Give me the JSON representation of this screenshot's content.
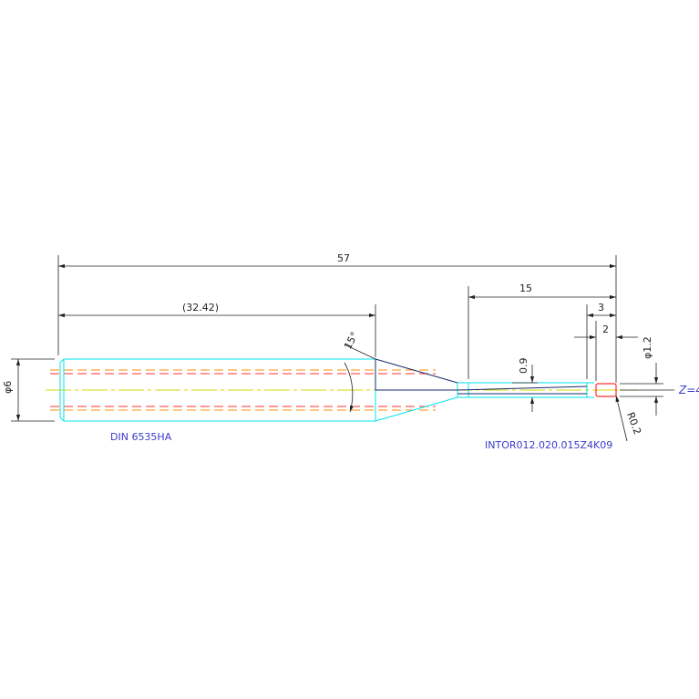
{
  "dimensions": {
    "overall_length": "57",
    "shank_length": "(32.42)",
    "neck_length": "15",
    "tip_length": "3",
    "flute_length": "2",
    "taper_angle": "15°",
    "neck_diameter": "0.9",
    "tip_diameter": "φ1.2",
    "shank_diameter": "φ6",
    "corner_radius": "R0.2",
    "flutes": "Z=4"
  },
  "labels": {
    "standard": "DIN 6535HA",
    "part_number": "INTOR012.020.015Z4K09"
  },
  "colors": {
    "outline": "#00e5ee",
    "dimension": "#222222",
    "coolant": "#ff3030",
    "centerline": "#d8d800",
    "tip": "#ff3030",
    "text_blue": "#3a3acd"
  }
}
